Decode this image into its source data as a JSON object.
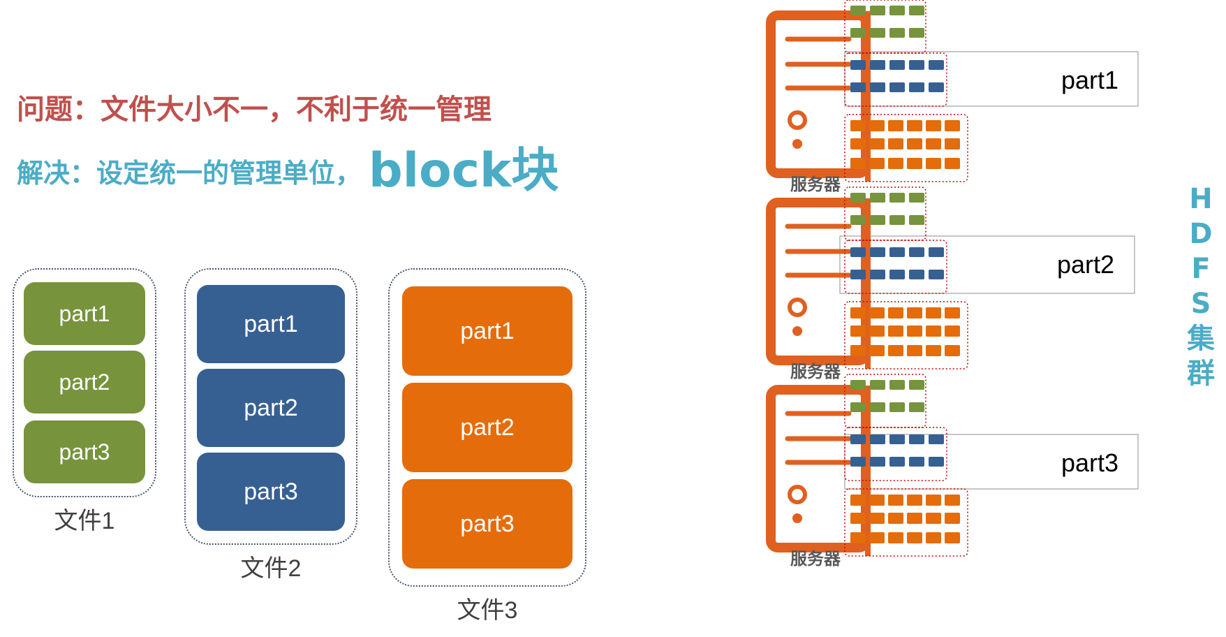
{
  "problem": "问题：文件大小不一，不利于统一管理",
  "solution": {
    "prefix": "解决：设定统一的管理单位，",
    "emphasis": "block块"
  },
  "colors": {
    "green": "#77933c",
    "blue": "#376092",
    "orange": "#e46c0a",
    "server": "#e06020"
  },
  "files": [
    {
      "name": "文件1",
      "blocks": [
        "part1",
        "part2",
        "part3"
      ]
    },
    {
      "name": "文件2",
      "blocks": [
        "part1",
        "part2",
        "part3"
      ]
    },
    {
      "name": "文件3",
      "blocks": [
        "part1",
        "part2",
        "part3"
      ]
    }
  ],
  "servers": [
    {
      "label": "服务器",
      "part": "part1"
    },
    {
      "label": "服务器",
      "part": "part2"
    },
    {
      "label": "服务器",
      "part": "part3"
    }
  ],
  "cluster_label": [
    "H",
    "D",
    "F",
    "S",
    "集",
    "群"
  ]
}
